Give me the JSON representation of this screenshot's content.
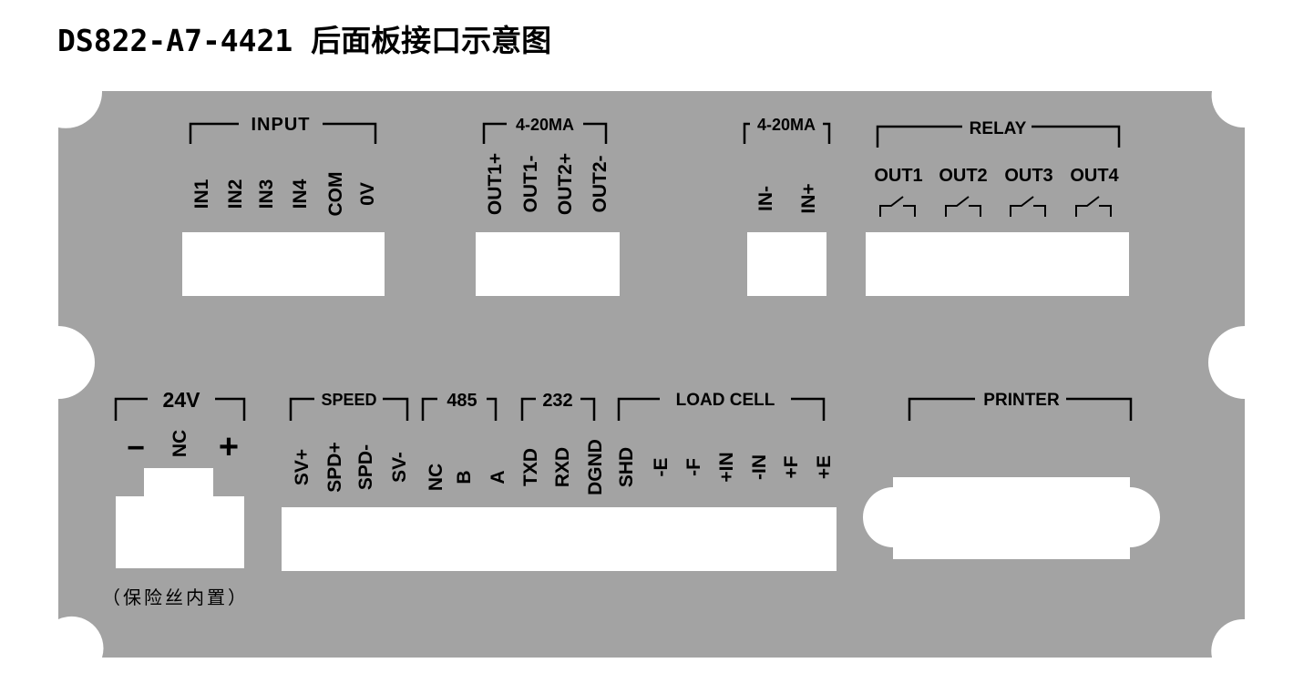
{
  "title": "DS822-A7-4421 后面板接口示意图",
  "groups": {
    "input": "INPUT",
    "ma_out": "4-20MA",
    "ma_in": "4-20MA",
    "relay": "RELAY",
    "power": "24V",
    "speed": "SPEED",
    "rs485": "485",
    "rs232": "232",
    "load_cell": "LOAD CELL",
    "printer": "PRINTER"
  },
  "pins": {
    "input": [
      "IN1",
      "IN2",
      "IN3",
      "IN4",
      "COM",
      "0V"
    ],
    "ma_out": [
      "OUT1+",
      "OUT1-",
      "OUT2+",
      "OUT2-"
    ],
    "ma_in": [
      "IN-",
      "IN+"
    ],
    "relay": [
      "OUT1",
      "OUT2",
      "OUT3",
      "OUT4"
    ],
    "power": [
      "−",
      "NC",
      "+"
    ],
    "speed": [
      "SV+",
      "SPD+",
      "SPD-",
      "SV-"
    ],
    "rs485": [
      "NC",
      "B",
      "A"
    ],
    "rs232": [
      "TXD",
      "RXD",
      "DGND"
    ],
    "load_cell": [
      "SHD",
      "-E",
      "-F",
      "+IN",
      "-IN",
      "+F",
      "+E"
    ]
  },
  "fuse_note": "（保险丝内置）",
  "colors": {
    "panel": "#a3a3a3",
    "cutout": "#ffffff",
    "ink": "#000000"
  }
}
